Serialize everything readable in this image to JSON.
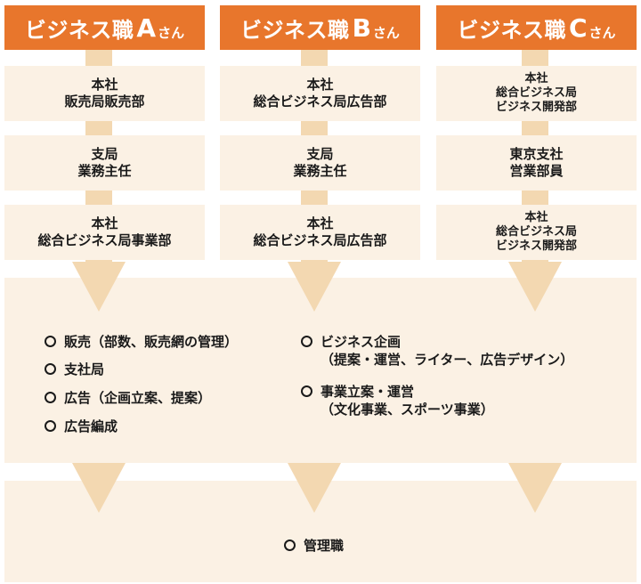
{
  "columns": [
    {
      "header": {
        "name": "ビジネス職",
        "letter": "A",
        "suffix": "さん"
      },
      "steps": [
        "本社\n販売局販売部",
        "支局\n業務主任",
        "本社\n総合ビジネス局事業部"
      ]
    },
    {
      "header": {
        "name": "ビジネス職",
        "letter": "B",
        "suffix": "さん"
      },
      "steps": [
        "本社\n総合ビジネス局広告部",
        "支局\n業務主任",
        "本社\n総合ビジネス局広告部"
      ]
    },
    {
      "header": {
        "name": "ビジネス職",
        "letter": "C",
        "suffix": "さん"
      },
      "steps": [
        "本社\n総合ビジネス局\nビジネス開発部",
        "東京支社\n営業部員",
        "本社\n総合ビジネス局\nビジネス開発部"
      ]
    }
  ],
  "roles": {
    "left": [
      "販売（部数、販売網の管理）",
      "支社局",
      "広告（企画立案、提案）",
      "広告編成"
    ],
    "right": [
      "ビジネス企画\n（提案・運営、ライター、広告デザイン）",
      "事業立案・運営\n（文化事業、スポーツ事業）"
    ]
  },
  "final": "管理職",
  "colors": {
    "accent": "#e8762c",
    "box": "#fbf1e4",
    "arrow": "#f3d8b1"
  }
}
